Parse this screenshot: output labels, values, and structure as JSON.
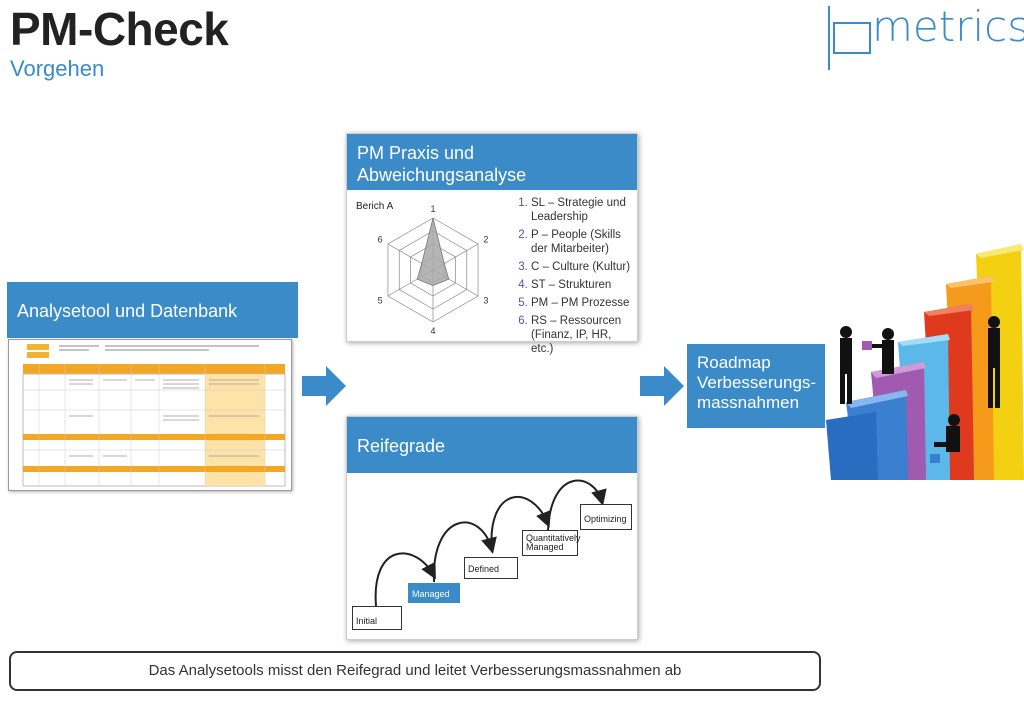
{
  "header": {
    "title": "PM-Check",
    "subtitle": "Vorgehen"
  },
  "logo": {
    "text": "metrics"
  },
  "analysetool": {
    "heading": "Analysetool und Datenbank"
  },
  "pm_praxis": {
    "heading": "PM Praxis und Abweichungsanalyse",
    "radar_label": "Berich A",
    "axis_labels": [
      "1",
      "2",
      "3",
      "4",
      "5",
      "6"
    ],
    "radar_values": [
      1.0,
      0.25,
      0.35,
      0.3,
      0.35,
      0.25
    ],
    "items": [
      "SL – Strategie und Leadership",
      "P – People (Skills der Mitarbeiter)",
      "C – Culture (Kultur)",
      "ST – Strukturen",
      "PM – PM Prozesse",
      "RS – Ressourcen (Finanz, IP, HR, etc.)"
    ],
    "colors": {
      "fill": "#a8a8a8",
      "grid": "#888888",
      "number": "#6a4aa8"
    }
  },
  "reifegrade": {
    "heading": "Reifegrade",
    "steps": [
      "Initial",
      "Managed",
      "Defined",
      "Quantitatively Managed",
      "Optimizing"
    ],
    "active_step": "Managed"
  },
  "roadmap": {
    "label": "Roadmap Verbesserungs-massnahmen"
  },
  "footer": {
    "text": "Das Analysetools misst den Reifegrad und leitet Verbesserungsmassnahmen ab"
  },
  "colors": {
    "accent": "#3a8bc8",
    "arrow": "#3a8bc8"
  }
}
